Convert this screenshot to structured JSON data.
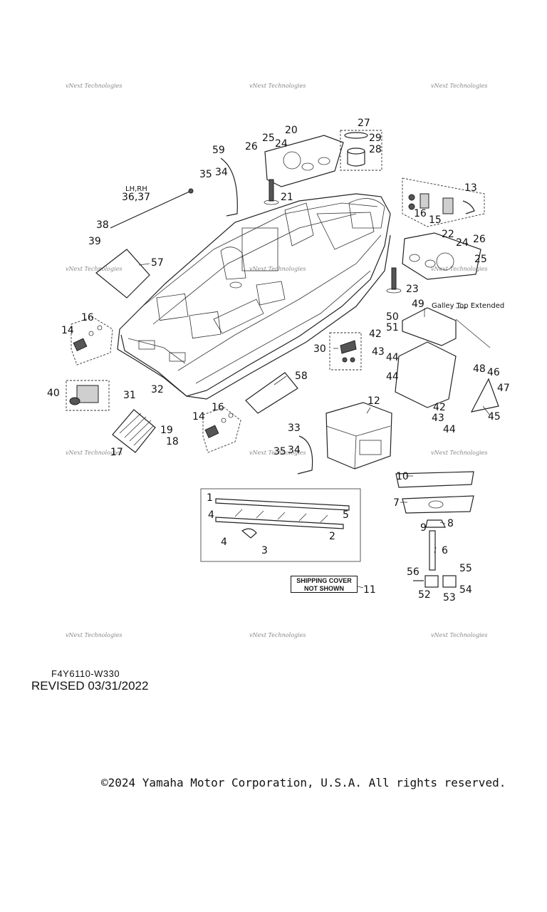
{
  "watermark": "vNext Technologies",
  "diagram_code": "F4Y6110-W330",
  "revised": "REVISED 03/31/2022",
  "copyright": "©2024 Yamaha Motor Corporation, U.S.A. All rights reserved.",
  "shipping_note": "SHIPPING COVER NOT SHOWN",
  "side_label": "LH,RH",
  "galley_label": "Galley Top Extended",
  "callouts": {
    "c1": "1",
    "c2": "2",
    "c3": "3",
    "c4a": "4",
    "c4b": "4",
    "c5": "5",
    "c6": "6",
    "c7": "7",
    "c8": "8",
    "c9": "9",
    "c10": "10",
    "c11": "11",
    "c12": "12",
    "c13": "13",
    "c14a": "14",
    "c14b": "14",
    "c15": "15",
    "c16a": "16",
    "c16b": "16",
    "c16c": "16",
    "c17": "17",
    "c18": "18",
    "c19": "19",
    "c20": "20",
    "c21": "21",
    "c22": "22",
    "c23": "23",
    "c24a": "24",
    "c24b": "24",
    "c25a": "25",
    "c25b": "25",
    "c26a": "26",
    "c26b": "26",
    "c27": "27",
    "c28": "28",
    "c29": "29",
    "c30": "30",
    "c31": "31",
    "c32": "32",
    "c33": "33",
    "c34a": "34",
    "c34b": "34",
    "c35a": "35",
    "c35b": "35",
    "c3637": "36,37",
    "c38": "38",
    "c39": "39",
    "c40": "40",
    "c42a": "42",
    "c42b": "42",
    "c43a": "43",
    "c43b": "43",
    "c44a": "44",
    "c44b": "44",
    "c44c": "44",
    "c45": "45",
    "c46": "46",
    "c47": "47",
    "c48": "48",
    "c49": "49",
    "c50": "50",
    "c51": "51",
    "c52": "52",
    "c53": "53",
    "c54": "54",
    "c55": "55",
    "c56": "56",
    "c57": "57",
    "c58": "58",
    "c59": "59"
  }
}
